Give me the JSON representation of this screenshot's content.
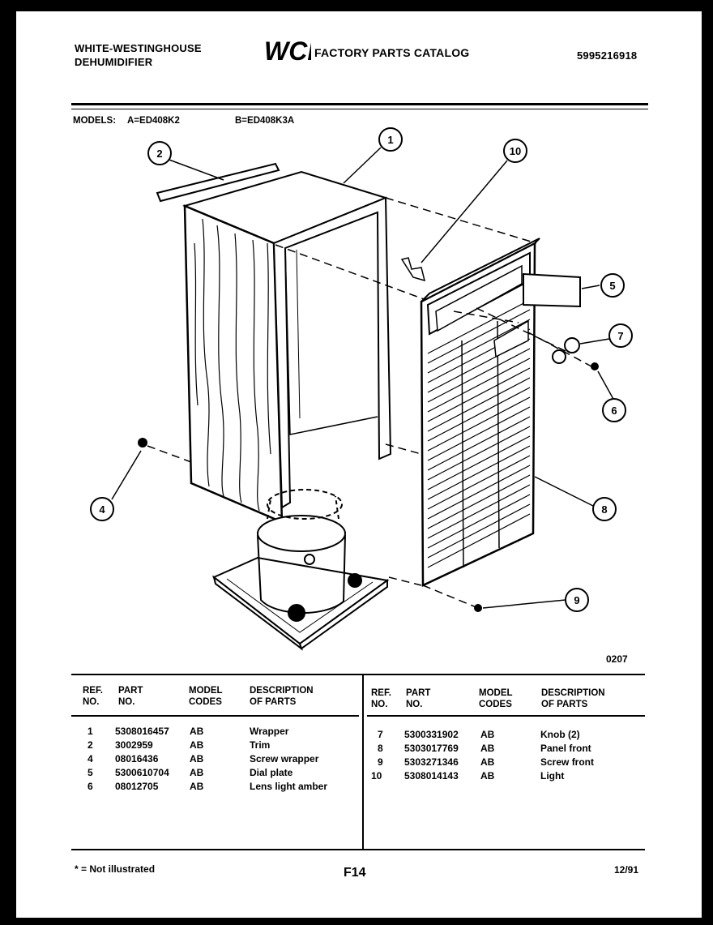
{
  "header": {
    "brand_line1": "WHITE-WESTINGHOUSE",
    "brand_line2": "DEHUMIDIFIER",
    "logo_text": "WCI",
    "catalog_title": "FACTORY PARTS CATALOG",
    "catalog_number": "5995216918"
  },
  "models": {
    "label": "MODELS:",
    "model_a": "A=ED408K2",
    "model_b": "B=ED408K3A"
  },
  "diagram": {
    "figure_code": "0207",
    "callouts": [
      "1",
      "2",
      "10",
      "5",
      "7",
      "6",
      "4",
      "8",
      "9"
    ]
  },
  "table_headers": {
    "ref": "REF.",
    "ref2": "NO.",
    "part": "PART",
    "part2": "NO.",
    "model": "MODEL",
    "model2": "CODES",
    "desc": "DESCRIPTION",
    "desc2": "OF PARTS"
  },
  "parts_left": [
    {
      "ref": "1",
      "part": "5308016457",
      "codes": "AB",
      "desc": "Wrapper"
    },
    {
      "ref": "2",
      "part": "3002959",
      "codes": "AB",
      "desc": "Trim"
    },
    {
      "ref": "4",
      "part": "08016436",
      "codes": "AB",
      "desc": "Screw wrapper"
    },
    {
      "ref": "5",
      "part": "5300610704",
      "codes": "AB",
      "desc": "Dial plate"
    },
    {
      "ref": "6",
      "part": "08012705",
      "codes": "AB",
      "desc": "Lens light amber"
    }
  ],
  "parts_right": [
    {
      "ref": "7",
      "part": "5300331902",
      "codes": "AB",
      "desc": "Knob (2)"
    },
    {
      "ref": "8",
      "part": "5303017769",
      "codes": "AB",
      "desc": "Panel front"
    },
    {
      "ref": "9",
      "part": "5303271346",
      "codes": "AB",
      "desc": "Screw front"
    },
    {
      "ref": "10",
      "part": "5308014143",
      "codes": "AB",
      "desc": "Light"
    }
  ],
  "footer": {
    "note": "* = Not illustrated",
    "page_code": "F14",
    "date": "12/91"
  }
}
